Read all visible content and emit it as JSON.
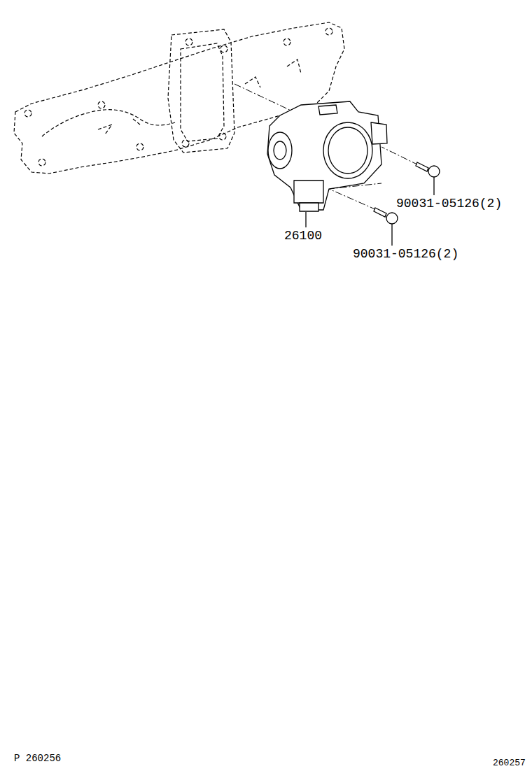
{
  "diagram": {
    "labels": [
      "26100",
      "90031-05126(2)",
      "90031-05126(2)",
      "P 260256",
      "260257"
    ]
  }
}
